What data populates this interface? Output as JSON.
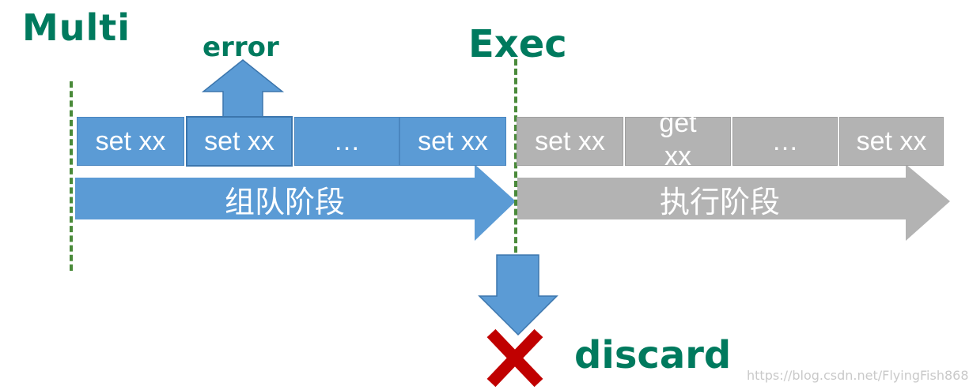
{
  "labels": {
    "multi": "Multi",
    "exec": "Exec",
    "error": "error",
    "discard": "discard"
  },
  "queue_phase": {
    "label": "组队阶段",
    "commands": [
      "set xx",
      "set xx",
      "…",
      "set xx"
    ]
  },
  "exec_phase": {
    "label": "执行阶段",
    "commands": [
      "set xx",
      "get xx",
      "…",
      "set xx"
    ]
  },
  "watermark": "https://blog.csdn.net/FlyingFish868",
  "colors": {
    "queue_blue": "#5b9bd5",
    "exec_gray": "#b3b3b3",
    "label_green": "#007a5e",
    "discard_red": "#c00000"
  },
  "icons": [
    "up-arrow-icon",
    "down-arrow-icon",
    "cross-icon"
  ]
}
